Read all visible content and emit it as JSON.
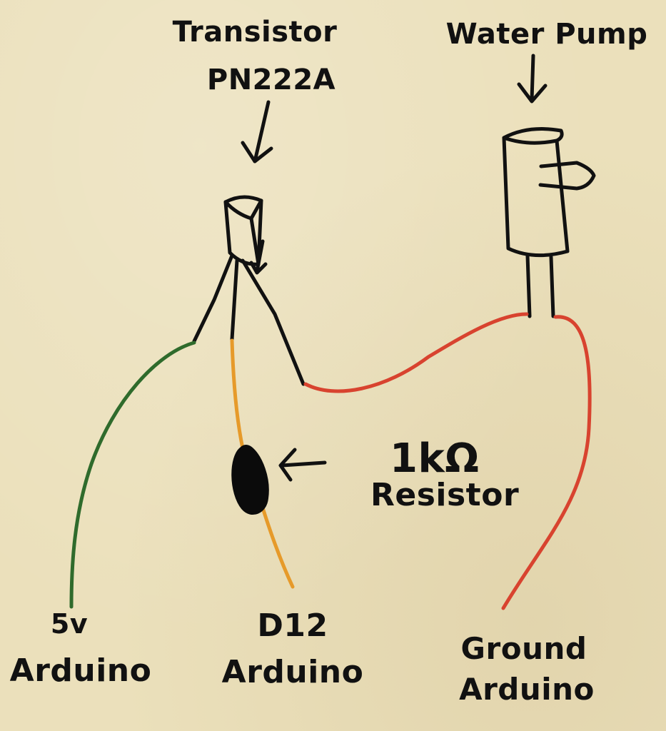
{
  "labels": {
    "transistor": "Transistor",
    "transistor_part": "PN222A",
    "water_pump": "Water Pump",
    "resistance": "1kΩ",
    "resistor": "Resistor",
    "five_volt": "5v",
    "five_volt_target": "Arduino",
    "digital_pin": "D12",
    "digital_pin_target": "Arduino",
    "ground": "Ground",
    "ground_target": "Arduino"
  },
  "colors": {
    "background": "#ebe0bb",
    "ink": "#111111",
    "wire_5v": "#2f6b2c",
    "wire_d12": "#e69a2a",
    "wire_ground": "#d8432f"
  }
}
